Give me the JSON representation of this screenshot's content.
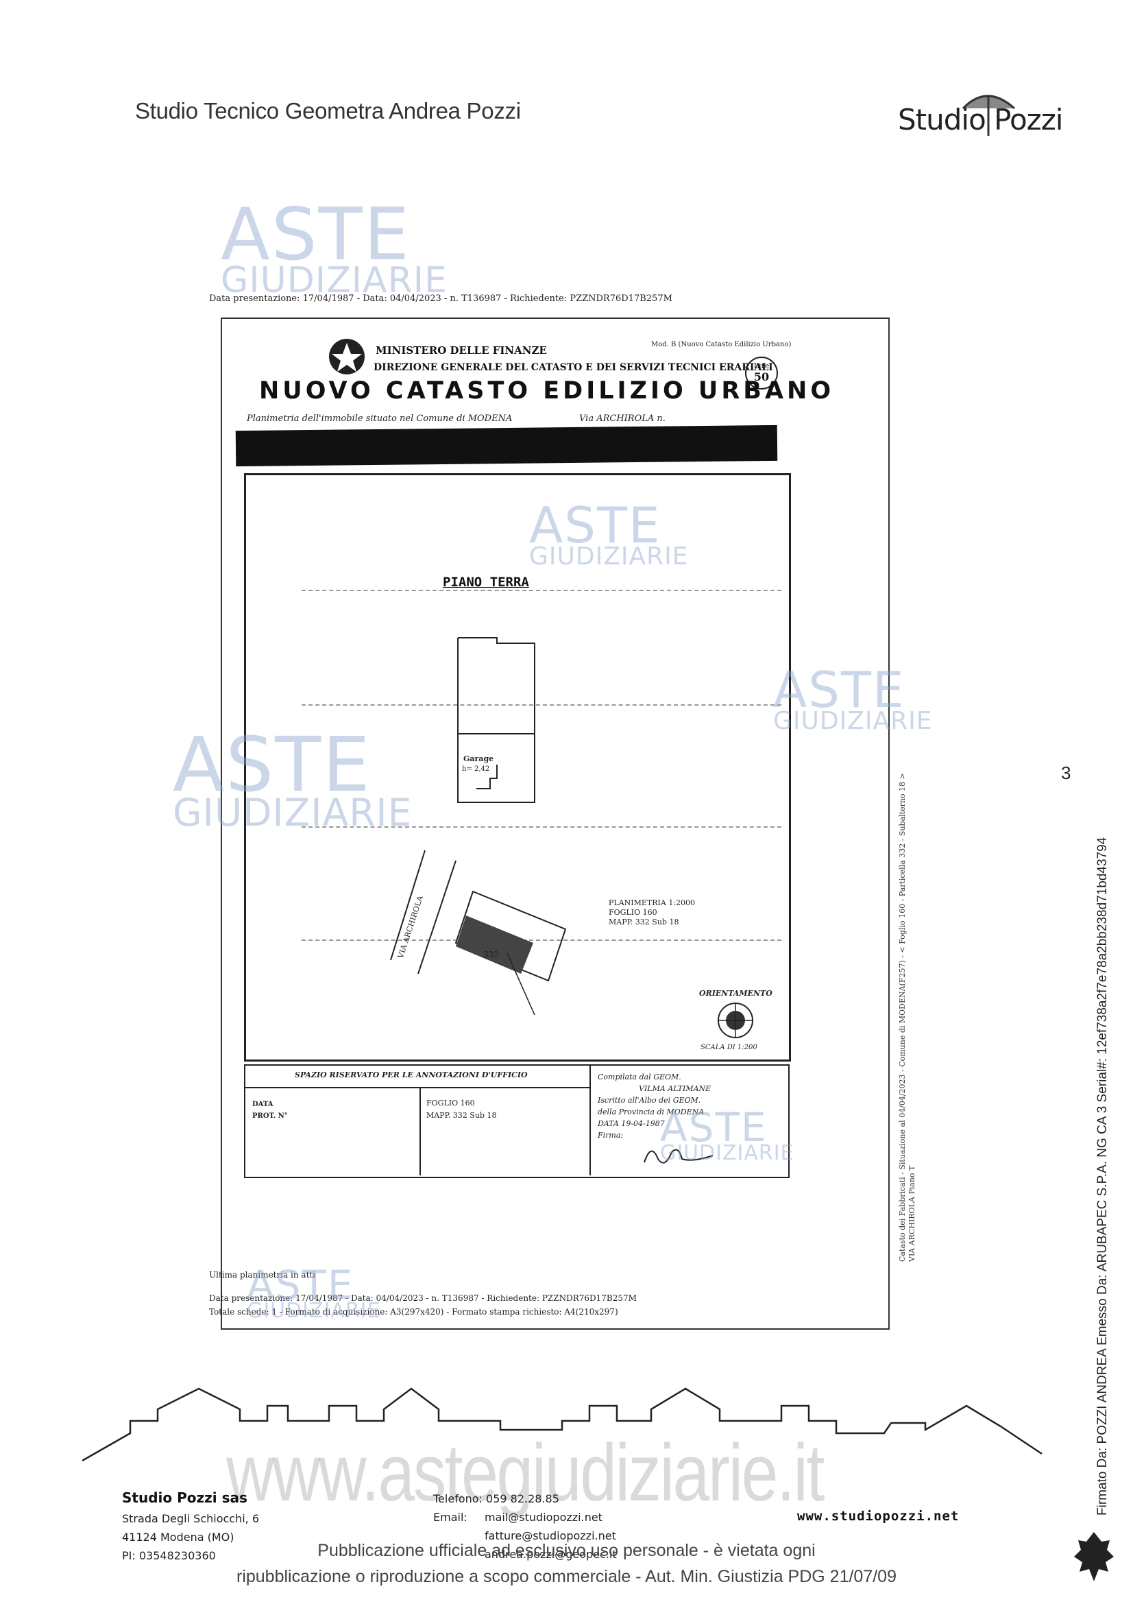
{
  "header": {
    "studio_title": "Studio Tecnico Geometra Andrea Pozzi",
    "logo_text": "Studio Pozzi",
    "page_number": "3"
  },
  "watermark": {
    "word1": "ASTE",
    "word2": "GIUDIZIARIE"
  },
  "catasto": {
    "top_line": "Data presentazione: 17/04/1987 - Data: 04/04/2023 - n. T136987 - Richiedente: PZZNDR76D17B257M",
    "ministry": "MINISTERO DELLE FINANZE",
    "direzione": "DIREZIONE GENERALE DEL CATASTO E DEI SERVIZI TECNICI ERARIALI",
    "title": "NUOVO CATASTO EDILIZIO URBANO",
    "modello": "Mod. B (Nuovo Catasto Edilizio Urbano)",
    "lire_label": "Lire",
    "lire_value": "50",
    "comune_line": "Planimetria dell'immobile situato nel Comune di MODENA",
    "via_line": "Via ARCHIROLA n.",
    "plan_title": "PIANO TERRA",
    "garage_label": "Garage",
    "garage_h": "h= 2,42",
    "street_label": "VIA ARCHIROLA",
    "parcel": "332",
    "planimetria": "PLANIMETRIA 1:2000",
    "foglio": "FOGLIO 160",
    "mapp": "MAPP. 332",
    "sub": "Sub 18",
    "orientamento": "ORIENTAMENTO",
    "scala": "SCALA DI 1:200",
    "notes_header": "SPAZIO RISERVATO PER LE ANNOTAZIONI D'UFFICIO",
    "data_label": "DATA",
    "prot_label": "PROT. N°",
    "notes_foglio": "FOGLIO 160",
    "notes_mapp": "MAPP. 332",
    "notes_sub": "Sub 18",
    "compilata": "Compilata dal GEOM.",
    "compilata_name": "VILMA ALTIMANE",
    "iscritto": "Iscritto all'Albo dei GEOM.",
    "provincia": "della Provincia di MODENA",
    "data_sign": "DATA 19-04-1987",
    "firma": "Firma:",
    "ultima": "Ultima planimetria in atti",
    "bottom_line1": "Data presentazione: 17/04/1987 - Data: 04/04/2023 - n. T136987 - Richiedente: PZZNDR76D17B257M",
    "bottom_line2": "Totale schede: 1 - Formato di acquisizione: A3(297x420) - Formato stampa richiesto: A4(210x297)",
    "side_text1": "Catasto dei Fabbricati - Situazione al 04/04/2023 - Comune di MODENA(F257) - < Foglio 160 - Particella 332 - Subalterno 18 >",
    "side_text2": "VIA ARCHIROLA Piano T"
  },
  "footer": {
    "company": "Studio Pozzi sas",
    "address1": "Strada Degli Schiocchi, 6",
    "address2": "41124 Modena (MO)",
    "piva": "PI: 03548230360",
    "tel": "Telefono: 059 82.28.85",
    "email_label": "Email:",
    "email1": "mail@studiopozzi.net",
    "email2": "fatture@studiopozzi.net",
    "email3": "andrea.pozzi@geopec.it",
    "website": "www.studiopozzi.net",
    "site_watermark": "www.astegiudiziarie.it",
    "publication1": "Pubblicazione ufficiale ad esclusivo uso personale - è vietata ogni",
    "publication2": "ripubblicazione o riproduzione a scopo commerciale - Aut. Min. Giustizia PDG 21/07/09"
  },
  "signature": {
    "vertical_text": "Firmato Da: POZZI ANDREA Emesso Da: ARUBAPEC S.P.A. NG CA 3 Serial#: 12ef738a2f7e78a2bb238d71bd43794"
  }
}
